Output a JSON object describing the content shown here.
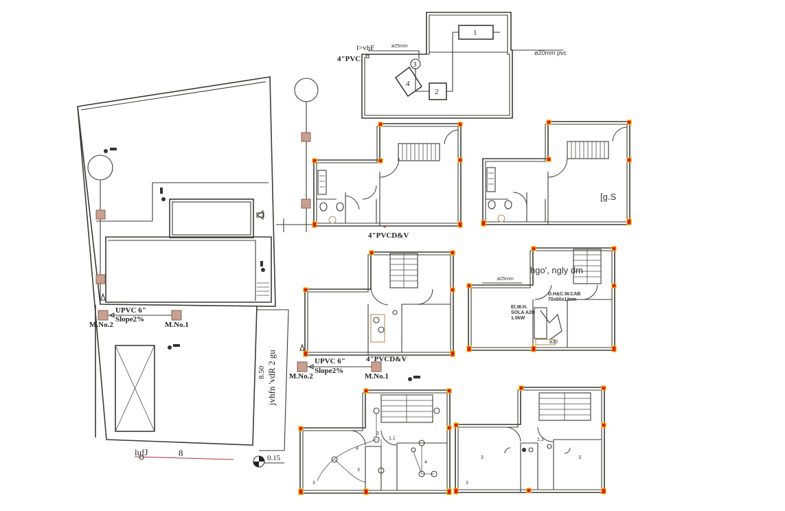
{
  "site_plan": {
    "pipe_label": "UPVC  6\"",
    "slope_label": "Slope2%",
    "manhole_2": "M.No.2",
    "manhole_1": "M.No.1",
    "road_label": "jvhfn   'vdR 2  gu",
    "road_width": "8.50",
    "scale_text": "8",
    "north_value": "0.15",
    "bottom_label": "lufJ"
  },
  "tank_plan": {
    "box_1": "1",
    "box_2": "2",
    "circle_3": "3",
    "box_4": "4",
    "pipe_25": "ø25mm",
    "pipe_20": "ø20mm pvc",
    "pvc_label": "4\"PVC",
    "inlet_label": "l>vhF"
  },
  "plumbing_plan_1": {
    "drain_label": "4\"PVCD&V",
    "side_label": "[g.S"
  },
  "drain_plan_2": {
    "pipe_label": "UPVC  6\"",
    "pvc_label": "4\"PVCD&V",
    "slope_label": "Slope2%",
    "manhole_2": "M.No.2",
    "manhole_1": "M.No.1"
  },
  "water_plan": {
    "title": "hgo',  ngly  dm",
    "pipe_25": "ø25mm",
    "cabinet": "D.H&C.W.CAB",
    "cabinet_size": "70x60x12cm",
    "heater": "El.W.H.",
    "solar": "SOLA A20",
    "power": "1.0kW",
    "pipe_20": "ø20"
  },
  "electrical_plan": {
    "mark_3": "3",
    "mark_4": "4",
    "mark_11": "1,1",
    "mark_13": "1,3"
  }
}
